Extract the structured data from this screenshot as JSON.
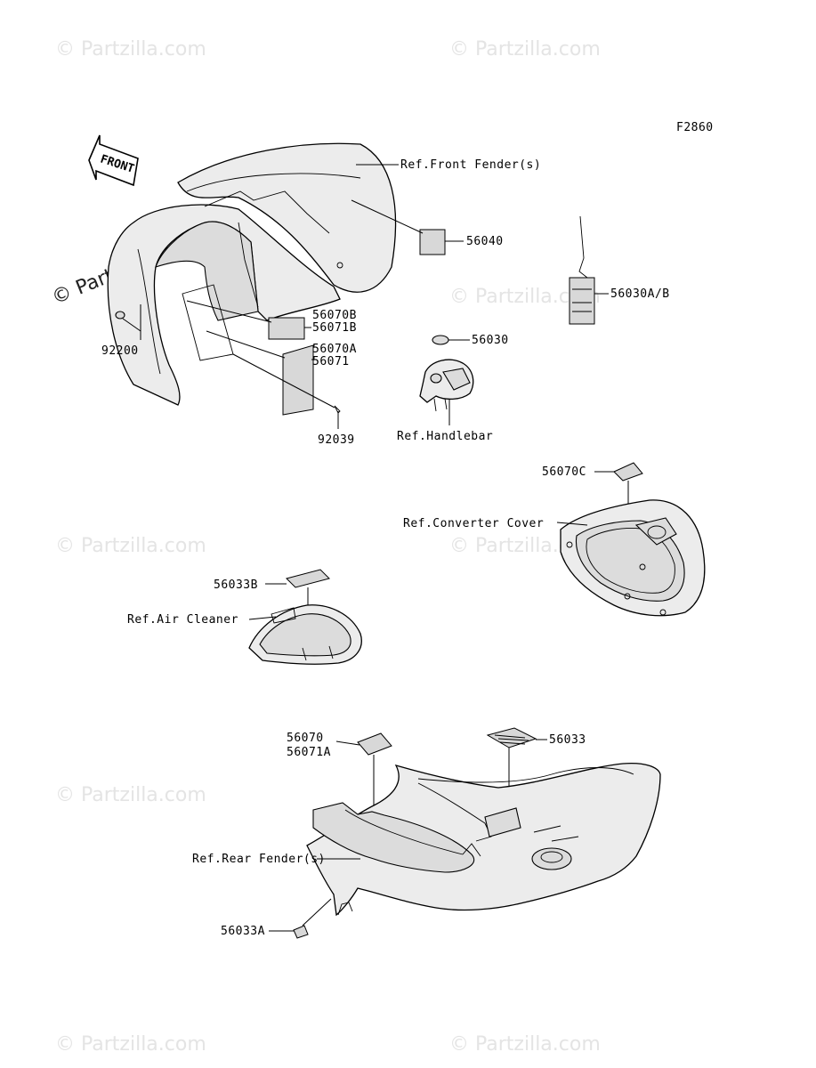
{
  "figure_code": "F2860",
  "watermark": "© Partzilla.com",
  "front_arrow": "FRONT",
  "labels": {
    "ref_front_fender": "Ref.Front Fender(s)",
    "p56040": "56040",
    "p56030ab": "56030A/B",
    "p56070b": "56070B",
    "p56071b": "56071B",
    "p56070a": "56070A",
    "p56071": "56071",
    "p92200": "92200",
    "p92039": "92039",
    "p56030": "56030",
    "ref_handlebar": "Ref.Handlebar",
    "p56070c": "56070C",
    "ref_converter_cover": "Ref.Converter Cover",
    "p56033b": "56033B",
    "ref_air_cleaner": "Ref.Air Cleaner",
    "p56070": "56070",
    "p56071a": "56071A",
    "p56033": "56033",
    "ref_rear_fender": "Ref.Rear Fender(s)",
    "p56033a": "56033A"
  }
}
